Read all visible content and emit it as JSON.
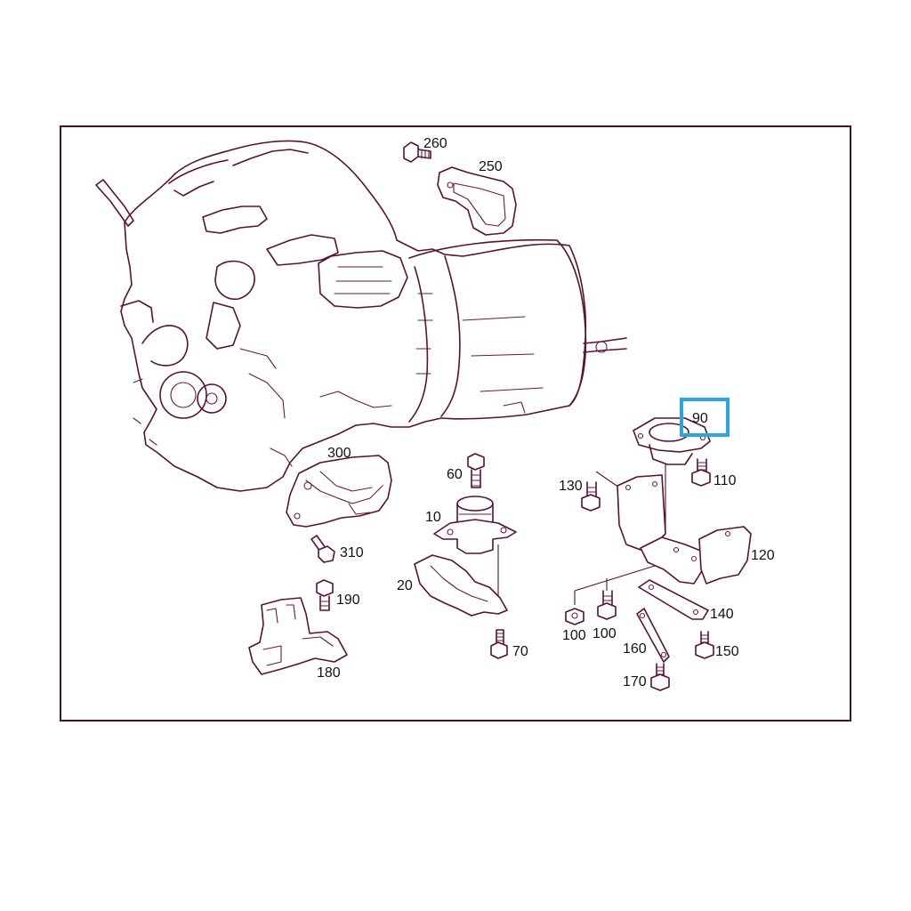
{
  "diagram": {
    "highlighted_part": "90",
    "highlight_color": "#2aa6dc",
    "line_color": "#5a1030",
    "labels": {
      "p260": "260",
      "p250": "250",
      "p300": "300",
      "p310": "310",
      "p60": "60",
      "p10": "10",
      "p20": "20",
      "p70": "70",
      "p190": "190",
      "p180": "180",
      "p90": "90",
      "p130": "130",
      "p110": "110",
      "p120": "120",
      "p100a": "100",
      "p100b": "100",
      "p140": "140",
      "p160": "160",
      "p150": "150",
      "p170": "170"
    }
  }
}
